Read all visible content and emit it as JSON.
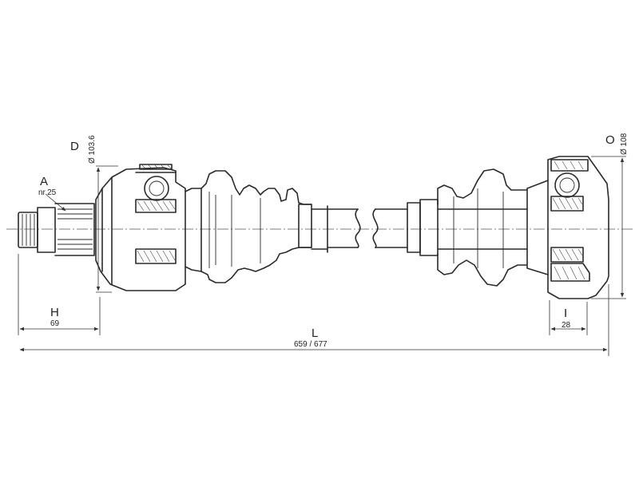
{
  "labels": {
    "a": {
      "letter": "A",
      "value": "nr.25"
    },
    "d": {
      "letter": "D",
      "value": "Ø 103.6"
    },
    "o": {
      "letter": "O",
      "value": "Ø 108"
    },
    "h": {
      "letter": "H",
      "value": "69"
    },
    "i": {
      "letter": "I",
      "value": "28"
    },
    "l": {
      "letter": "L",
      "value": "659 / 677"
    }
  },
  "colors": {
    "line": "#2a2a2a",
    "background": "#ffffff"
  }
}
